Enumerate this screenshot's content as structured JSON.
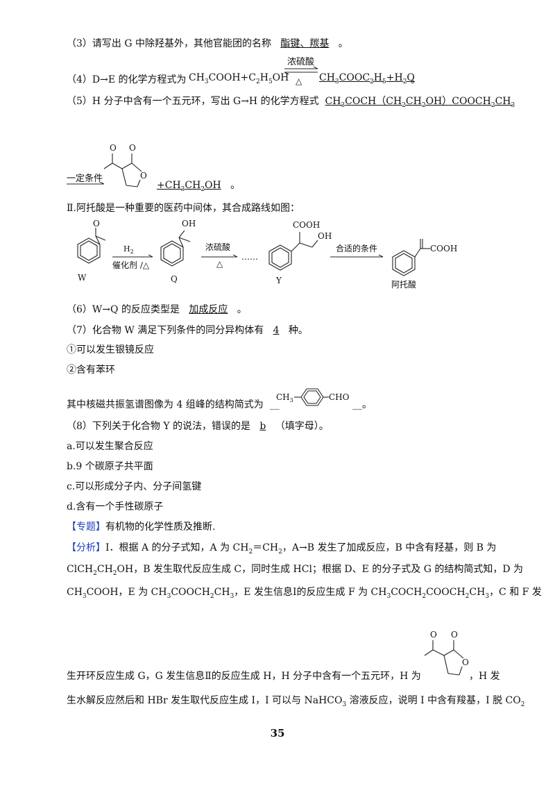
{
  "q3": {
    "prefix": "（3）请写出 G 中除羟基外，其他官能团的名称",
    "answer": "酯键、羰基",
    "suffix": "。"
  },
  "q4": {
    "prefix": "（4）D→E 的化学方程式为",
    "reagent": "浓硫酸",
    "heat": "△",
    "suffix": "。"
  },
  "q5": {
    "prefix": "（5）H 分子中含有一个五元环，写出 G→H 的化学方程式",
    "condition": "一定条件",
    "suffix": "。"
  },
  "part2": {
    "intro": "Ⅱ.阿托酸是一种重要的医药中间体，其合成路线如图：",
    "labels": {
      "w": "W",
      "q": "Q",
      "y": "Y",
      "target": "阿托酸"
    },
    "arrow1_top": "H2",
    "arrow1_bottom": "催化剂 /△",
    "arrow2_top": "浓硫酸",
    "arrow2_bottom": "△",
    "dots": "……",
    "arrow3_top": "合适的条件",
    "oh": "OH",
    "o": "O",
    "cooh": "COOH"
  },
  "q6": {
    "prefix": "（6）W→Q 的反应类型是",
    "answer": "加成反应",
    "suffix": "。"
  },
  "q7": {
    "prefix": "（7）化合物 W 满足下列条件的同分异构体有",
    "answer": "4",
    "suffix": "种。",
    "cond1": "①可以发生银镜反应",
    "cond2": "②含有苯环",
    "nmr": "其中核磁共振氢谱图像为 4 组峰的结构简式为",
    "ch3": "CH3",
    "cho": "CHO",
    "end": "。"
  },
  "q8": {
    "prefix": "（8）下列关于化合物 Y 的说法，错误的是",
    "answer": "b",
    "suffix": "（填字母）。",
    "a": "a.可以发生聚合反应",
    "b": "b.9 个碳原子共平面",
    "c": "c.可以形成分子内、分子间氢键",
    "d": "d.含有一个手性碳原子"
  },
  "topic": {
    "tag": "【专题】",
    "text": "有机物的化学性质及推断."
  },
  "analysis": {
    "tag": "【分析】",
    "line5": "生开环反应生成 G，G 发生信息Ⅱ的反应生成 H，H 分子中含有一个五元环，H 为",
    "line5b": "，H 发"
  },
  "page_number": "35"
}
